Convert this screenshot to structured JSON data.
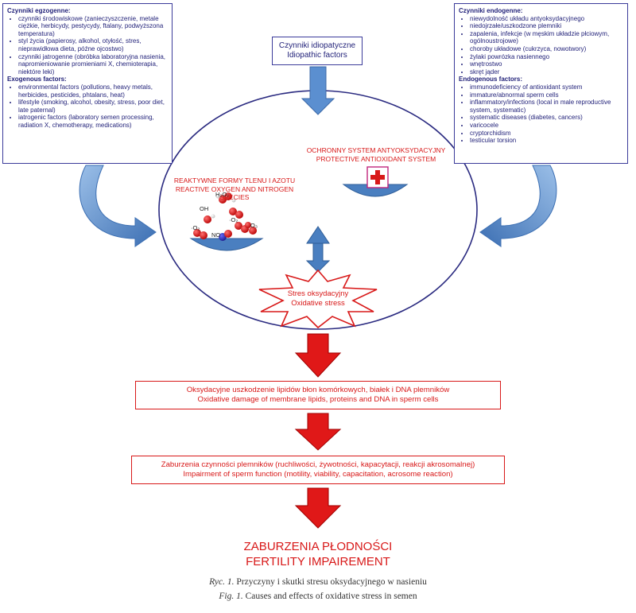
{
  "exogenous": {
    "pl_heading": "Czynniki egzogenne:",
    "pl_items": [
      "czynniki środowiskowe (zanieczyszczenie, metale ciężkie, herbicydy, pestycydy, ftalany, podwyższona temperatura)",
      "styl życia (papierosy, alkohol, otyłość, stres, nieprawidłowa dieta, późne ojcostwo)",
      "czynniki jatrogenne (obróbka laboratoryjna nasienia, napromieniowanie promieniami X, chemioterapia, niektóre leki)"
    ],
    "en_heading": "Exogenous factors:",
    "en_items": [
      "environmental factors (pollutions, heavy metals, herbicides, pesticides, phtalans, heat)",
      "lifestyle (smoking, alcohol, obesity, stress, poor diet, late paternal)",
      "iatrogenic factors (laboratory semen processing, radiation X, chemotherapy, medications)"
    ]
  },
  "endogenous": {
    "pl_heading": "Czynniki endogenne:",
    "pl_items": [
      "niewydolność układu antyoksydacyjnego",
      "niedojrzałe/uszkodzone plemniki",
      "zapalenia, infekcje (w męskim układzie płciowym, ogólnoustrojowe)",
      "choroby układowe (cukrzyca, nowotwory)",
      "żylaki powrózka nasiennego",
      "wnętrostwo",
      "skręt jąder"
    ],
    "en_heading": "Endogenous factors:",
    "en_items": [
      "immunodeficiency of antioxidant system",
      "immature/abnormal sperm cells",
      "inflammatory/infections (local in male reproductive system, systematic)",
      "systematic diseases (diabetes, cancers)",
      "varicocele",
      "cryptorchidism",
      "testicular torsion"
    ]
  },
  "idiopathic": {
    "pl": "Czynniki idiopatyczne",
    "en": "Idiopathic factors"
  },
  "antioxidant": {
    "pl": "OCHRONNY SYSTEM ANTYOKSYDACYJNY",
    "en": "PROTECTIVE ANTIOXIDANT SYSTEM"
  },
  "ros": {
    "pl": "REAKTYWNE FORMY TLENU I AZOTU",
    "en": "REACTIVE OXYGEN AND NITROGEN SPECIES",
    "molecules": {
      "h2o2": "H₂O₂",
      "oh": "OH",
      "o2": "·O₂",
      "o2b": "·O₂",
      "no": "NO",
      "o3": "O₃"
    }
  },
  "stress": {
    "pl": "Stres oksydacyjny",
    "en": "Oxidative stress"
  },
  "damage": {
    "pl": "Oksydacyjne uszkodzenie lipidów błon komórkowych, białek i DNA plemników",
    "en": "Oxidative damage of membrane lipids, proteins and DNA in sperm cells"
  },
  "function": {
    "pl": "Zaburzenia czynności plemników (ruchliwości, żywotności, kapacytacji, reakcji akrosomalnej)",
    "en": "Impairment of sperm function (motility, viability, capacitation, acrosome reaction)"
  },
  "outcome": {
    "pl": "ZABURZENIA PŁODNOŚCI",
    "en": "FERTILITY IMPAIREMENT"
  },
  "caption": {
    "pl_label": "Ryc. 1.",
    "pl_text": "Przyczyny i skutki stresu oksydacyjnego w nasieniu",
    "en_label": "Fig. 1.",
    "en_text": "Causes and effects of oxidative stress in semen"
  },
  "colors": {
    "navy": "#23237a",
    "red": "#d81818",
    "blue_arrow": "#4a7fc0",
    "dark_red": "#8b0000"
  }
}
